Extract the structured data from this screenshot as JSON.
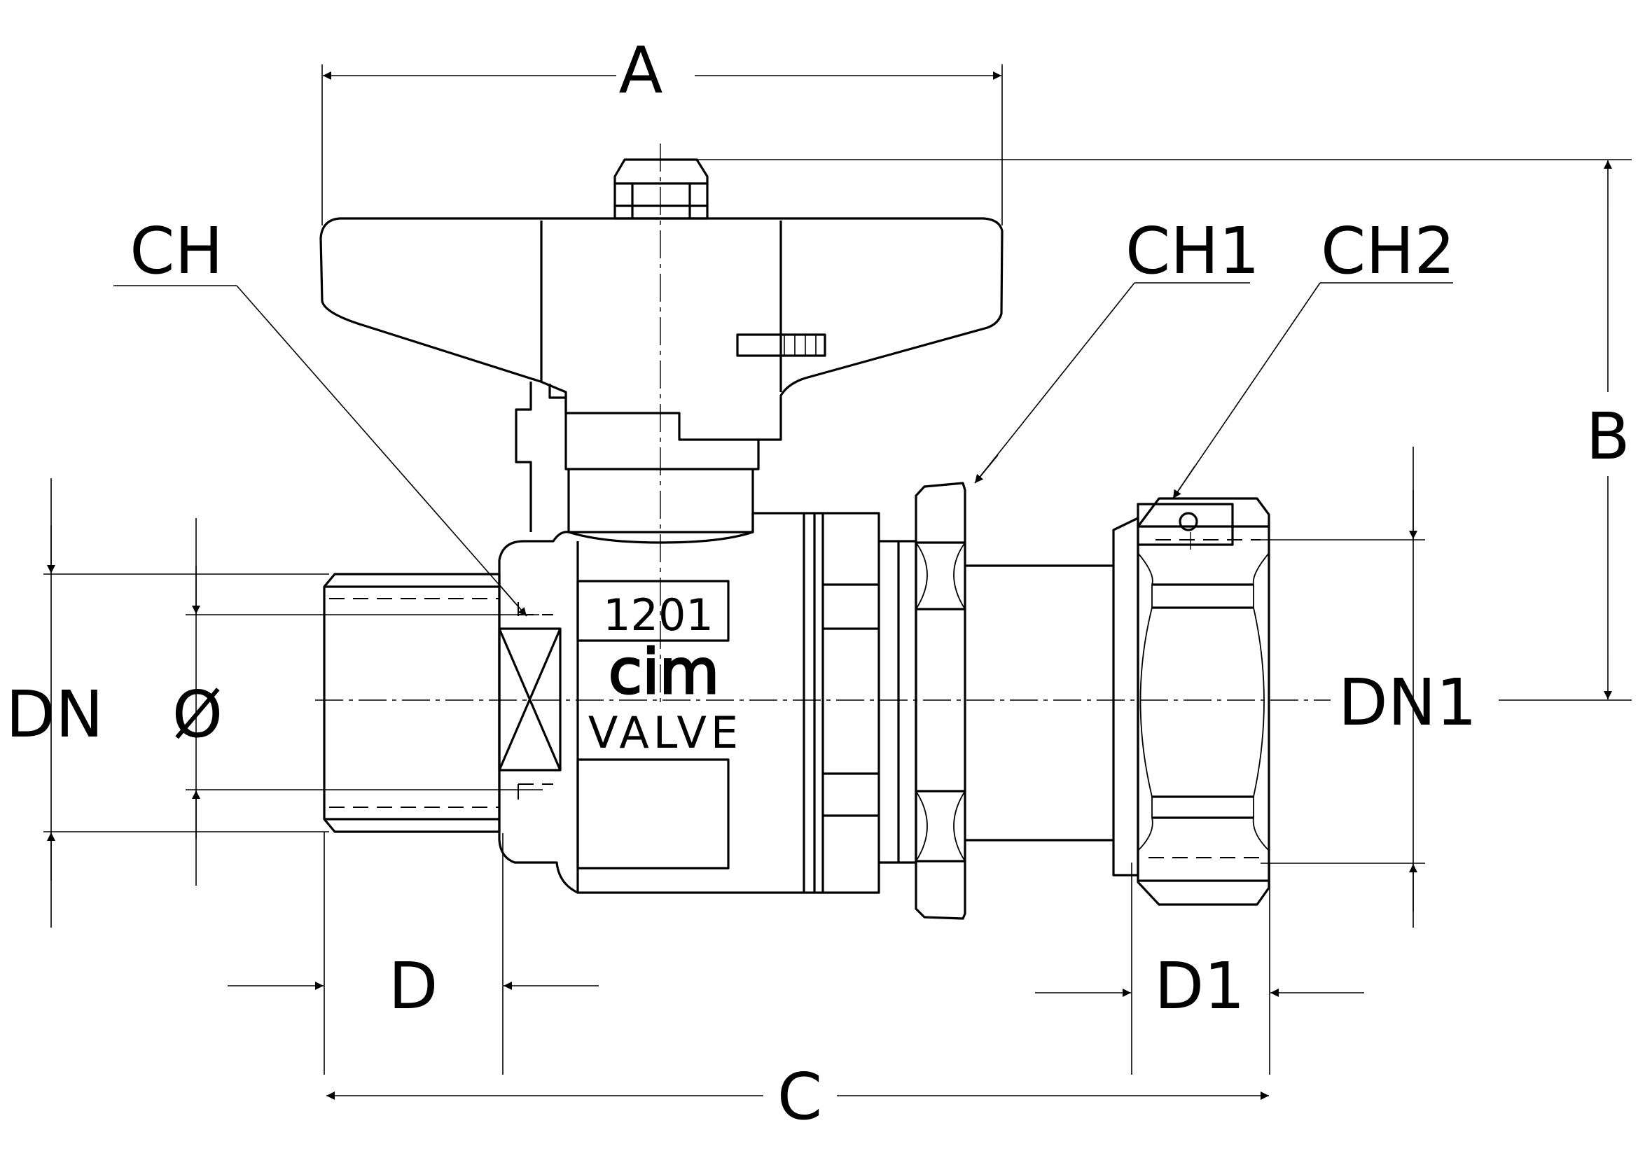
{
  "diagram": {
    "dimension_labels": {
      "A": "A",
      "B": "B",
      "C": "C",
      "D": "D",
      "D1": "D1",
      "DN": "DN",
      "DN1": "DN1",
      "diameter": "Ø",
      "CH": "CH",
      "CH1": "CH1",
      "CH2": "CH2"
    },
    "body_marking": {
      "model": "1201",
      "brand": "cim",
      "product": "VALVE"
    },
    "colors": {
      "line": "#000000",
      "background": "#ffffff"
    }
  }
}
